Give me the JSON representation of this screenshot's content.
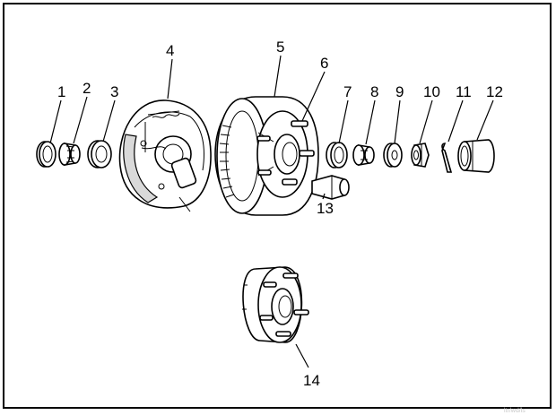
{
  "callouts": [
    {
      "id": "1",
      "text": "1"
    },
    {
      "id": "2",
      "text": "2"
    },
    {
      "id": "3",
      "text": "3"
    },
    {
      "id": "4",
      "text": "4"
    },
    {
      "id": "5",
      "text": "5"
    },
    {
      "id": "6",
      "text": "6"
    },
    {
      "id": "7",
      "text": "7"
    },
    {
      "id": "8",
      "text": "8"
    },
    {
      "id": "9",
      "text": "9"
    },
    {
      "id": "10",
      "text": "10"
    },
    {
      "id": "11",
      "text": "11"
    },
    {
      "id": "12",
      "text": "12"
    },
    {
      "id": "13",
      "text": "13"
    },
    {
      "id": "14",
      "text": "14"
    }
  ],
  "watermark": "ltr/wd/ls"
}
